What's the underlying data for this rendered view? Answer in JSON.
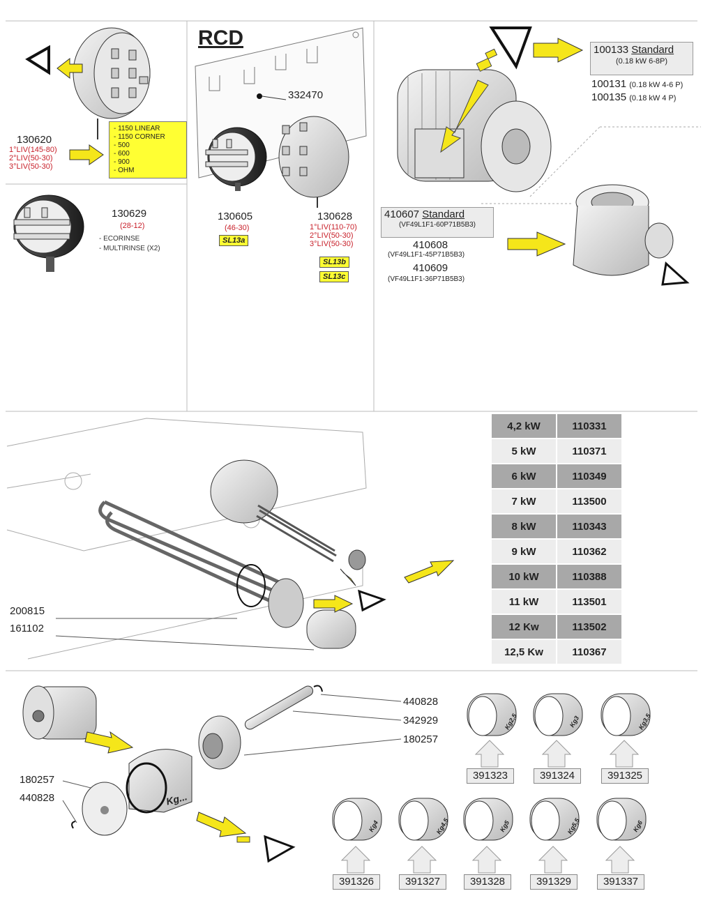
{
  "section_rcd": {
    "title": "RCD",
    "part_332470": "332470"
  },
  "p130620": {
    "code": "130620",
    "red": [
      "1°LIV(145-80)",
      "2°LIV(50-30)",
      "3°LIV(50-30)"
    ],
    "options": [
      "- 1150 LINEAR",
      "- 1150 CORNER",
      "- 500",
      "- 600",
      "- 900",
      "- OHM"
    ]
  },
  "p130629": {
    "code": "130629",
    "red": "(28-12)",
    "notes": [
      "- ECORINSE",
      "- MULTIRINSE (X2)"
    ]
  },
  "p130605": {
    "code": "130605",
    "red": "(46-30)",
    "tag": "SL13a"
  },
  "p130628": {
    "code": "130628",
    "red": [
      "1°LIV(110-70)",
      "2°LIV(50-30)",
      "3°LIV(50-30)"
    ],
    "tags": [
      "SL13b",
      "SL13c"
    ]
  },
  "motor": {
    "m100133": {
      "code": "100133",
      "label": "Standard",
      "spec": "(0.18 kW 6-8P)"
    },
    "m100131": {
      "code": "100131",
      "spec": "(0.18 kW 4-6 P)"
    },
    "m100135": {
      "code": "100135",
      "spec": "(0.18 kW 4 P)"
    },
    "m410607": {
      "code": "410607",
      "label": "Standard",
      "spec": "(VF49L1F1-60P71B5B3)"
    },
    "m410608": {
      "code": "410608",
      "spec": "(VF49L1F1-45P71B5B3)"
    },
    "m410609": {
      "code": "410609",
      "spec": "(VF49L1F1-36P71B5B3)"
    }
  },
  "heater": {
    "p200815": "200815",
    "p161102": "161102"
  },
  "power_table": [
    {
      "kw": "4,2 kW",
      "code": "110331"
    },
    {
      "kw": "5 kW",
      "code": "110371"
    },
    {
      "kw": "6 kW",
      "code": "110349"
    },
    {
      "kw": "7 kW",
      "code": "113500"
    },
    {
      "kw": "8 kW",
      "code": "110343"
    },
    {
      "kw": "9 kW",
      "code": "110362"
    },
    {
      "kw": "10 kW",
      "code": "110388"
    },
    {
      "kw": "11 kW",
      "code": "113501"
    },
    {
      "kw": "12 Kw",
      "code": "113502"
    },
    {
      "kw": "12,5 Kw",
      "code": "110367"
    }
  ],
  "roller": {
    "p440828a": "440828",
    "p342929": "342929",
    "p180257a": "180257",
    "p180257b": "180257",
    "p440828b": "440828",
    "kg_label": "Kg..."
  },
  "weights": [
    {
      "kg": "Kg2,5",
      "code": "391323"
    },
    {
      "kg": "Kg3",
      "code": "391324"
    },
    {
      "kg": "Kg3,5",
      "code": "391325"
    },
    {
      "kg": "Kg4",
      "code": "391326"
    },
    {
      "kg": "Kg4,5",
      "code": "391327"
    },
    {
      "kg": "Kg5",
      "code": "391328"
    },
    {
      "kg": "Kg5,5",
      "code": "391329"
    },
    {
      "kg": "Kg6",
      "code": "391337"
    }
  ],
  "colors": {
    "yellow": "#ffff33",
    "arrow_yellow": "#f5e61a",
    "red_text": "#c8202a"
  }
}
